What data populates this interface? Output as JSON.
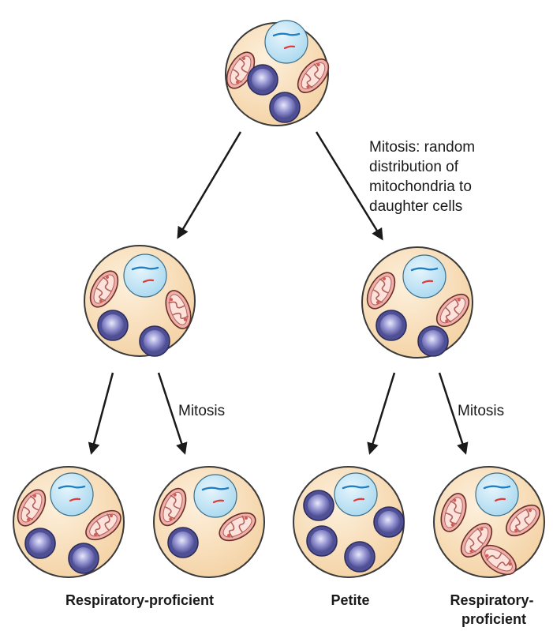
{
  "labels": {
    "mitosis_top": [
      "Mitosis: random",
      "distribution of",
      "mitochondria to",
      "daughter cells"
    ],
    "mitosis_left": "Mitosis",
    "mitosis_right": "Mitosis"
  },
  "captions": {
    "respiratory_proficient": "Respiratory-proficient",
    "petite": "Petite",
    "respiratory_proficient_2": [
      "Respiratory-",
      "proficient"
    ]
  },
  "colors": {
    "cytoplasm": "#f8e0bd",
    "cell_outline": "#3a3a3a",
    "nucleus": "#bfe3f4",
    "dna_blue": "#1f7fc4",
    "dna_red": "#e03a3a",
    "mito_outer": "#e9a7a0",
    "mito_inner": "#fbdcd6",
    "vacuole": "#4f4f96",
    "vacuole_center": "#c9c9ec",
    "arrow": "#1a1a1a"
  },
  "cells": [
    {
      "id": "parent",
      "mitochondria": 2,
      "vacuoles": 2
    },
    {
      "id": "daughter-left",
      "mitochondria": 2,
      "vacuoles": 2
    },
    {
      "id": "daughter-right",
      "mitochondria": 2,
      "vacuoles": 2
    },
    {
      "id": "grandchild-1",
      "mitochondria": 2,
      "vacuoles": 2
    },
    {
      "id": "grandchild-2",
      "mitochondria": 2,
      "vacuoles": 1
    },
    {
      "id": "grandchild-3",
      "mitochondria": 0,
      "vacuoles": 4
    },
    {
      "id": "grandchild-4",
      "mitochondria": 4,
      "vacuoles": 0
    }
  ]
}
